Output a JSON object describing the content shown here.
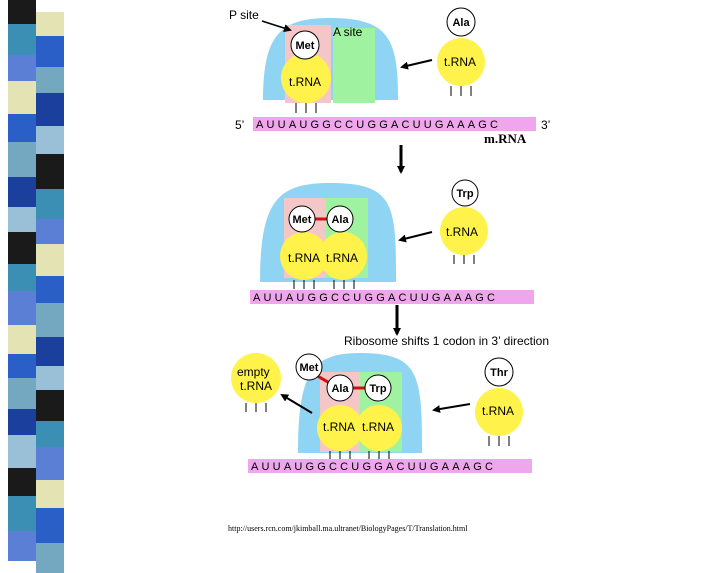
{
  "labels": {
    "p_site": "P site",
    "a_site": "A site",
    "five_prime": "5’",
    "three_prime": "3’",
    "mrna": "m.RNA",
    "trna": "t.RNA",
    "empty": "empty",
    "shift_caption": "Ribosome shifts 1 codon in 3’ direction"
  },
  "amino_acids": {
    "met": "Met",
    "ala": "Ala",
    "trp": "Trp",
    "thr": "Thr"
  },
  "sequences": {
    "panel1": "AUUAUGGCCUGGACUUGAAAGC",
    "panel2": "AUUAUGGCCUGGACUUGAAAGC",
    "panel3": "AUUAUGGCCUGGACUUGAAAGC"
  },
  "source_url": "http://users.rcn.com/jkimball.ma.ultranet/BiologyPages/T/Translation.html",
  "colors": {
    "ribosome": "#8fd4f2",
    "p_site": "#f5c6c8",
    "a_site": "#9ff29f",
    "trna": "#fff24a",
    "mrna_band": "#f0a6ec",
    "peptide_bond": "#cc1111"
  }
}
